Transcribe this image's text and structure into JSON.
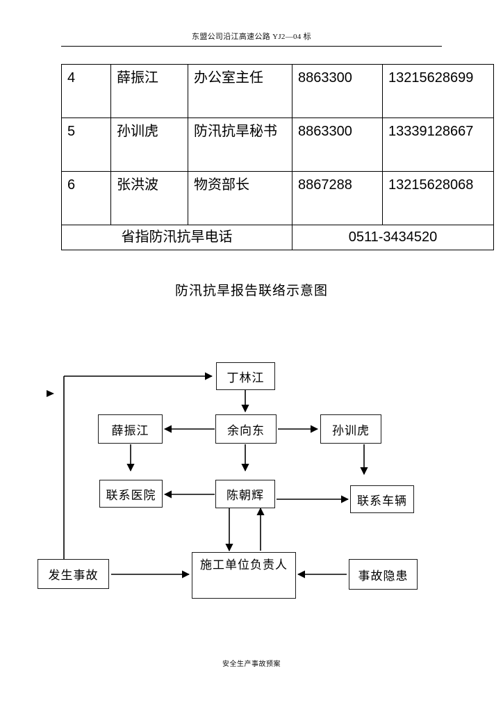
{
  "header": {
    "text": "东盟公司沿江高速公路 YJ2—04 标"
  },
  "table": {
    "rows": [
      {
        "idx": "4",
        "name": "薛振江",
        "title": "办公室主任",
        "tel": "8863300",
        "mobile": "13215628699"
      },
      {
        "idx": "5",
        "name": "孙训虎",
        "title": "防汛抗旱秘书",
        "tel": "8863300",
        "mobile": "13339128667"
      },
      {
        "idx": "6",
        "name": "张洪波",
        "title": "物资部长",
        "tel": "8867288",
        "mobile": "13215628068"
      }
    ],
    "summary": {
      "label": "省指防汛抗旱电话",
      "value": "0511-3434520"
    }
  },
  "diagram": {
    "title": "防汛抗旱报告联络示意图",
    "nodes": {
      "ding_linjiang": "丁林江",
      "xue_zhenjiang": "薛振江",
      "yu_xiangdong": "余向东",
      "sun_xunhu": "孙训虎",
      "contact_hospital": "联系医院",
      "chen_chaohui": "陈朝辉",
      "contact_vehicle": "联系车辆",
      "accident_occurred": "发生事故",
      "construction_lead": "施工单位负责人",
      "accident_hazard": "事故隐患"
    }
  },
  "footer": {
    "text": "安全生产事故预案"
  },
  "colors": {
    "ink": "#000000",
    "page": "#ffffff"
  }
}
